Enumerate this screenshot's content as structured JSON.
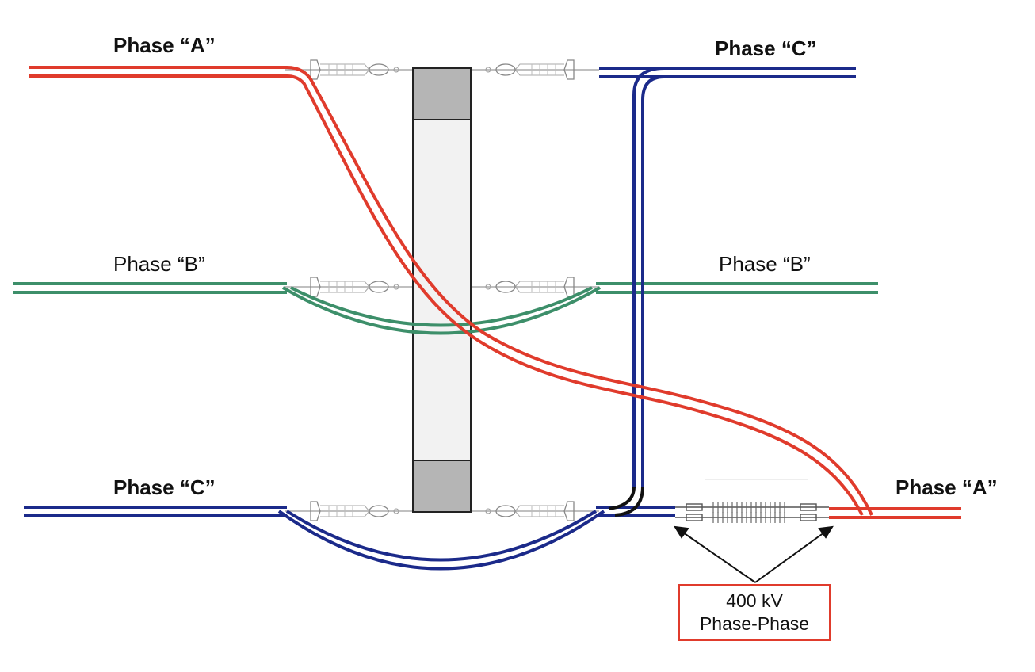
{
  "labels": {
    "phase_a_left": "Phase “A”",
    "phase_c_right": "Phase “C”",
    "phase_b_left": "Phase “B”",
    "phase_b_right": "Phase “B”",
    "phase_c_left": "Phase “C”",
    "phase_a_right": "Phase “A”"
  },
  "callout": {
    "line1": "400 kV",
    "line2": "Phase-Phase"
  },
  "colors": {
    "phase_a": "#e03b2c",
    "phase_b": "#3d8f6a",
    "phase_c": "#1b2a8a",
    "tower_cap": "#b5b5b5",
    "tower_body": "#f2f2f2",
    "insulator": "#8a8a8a"
  }
}
